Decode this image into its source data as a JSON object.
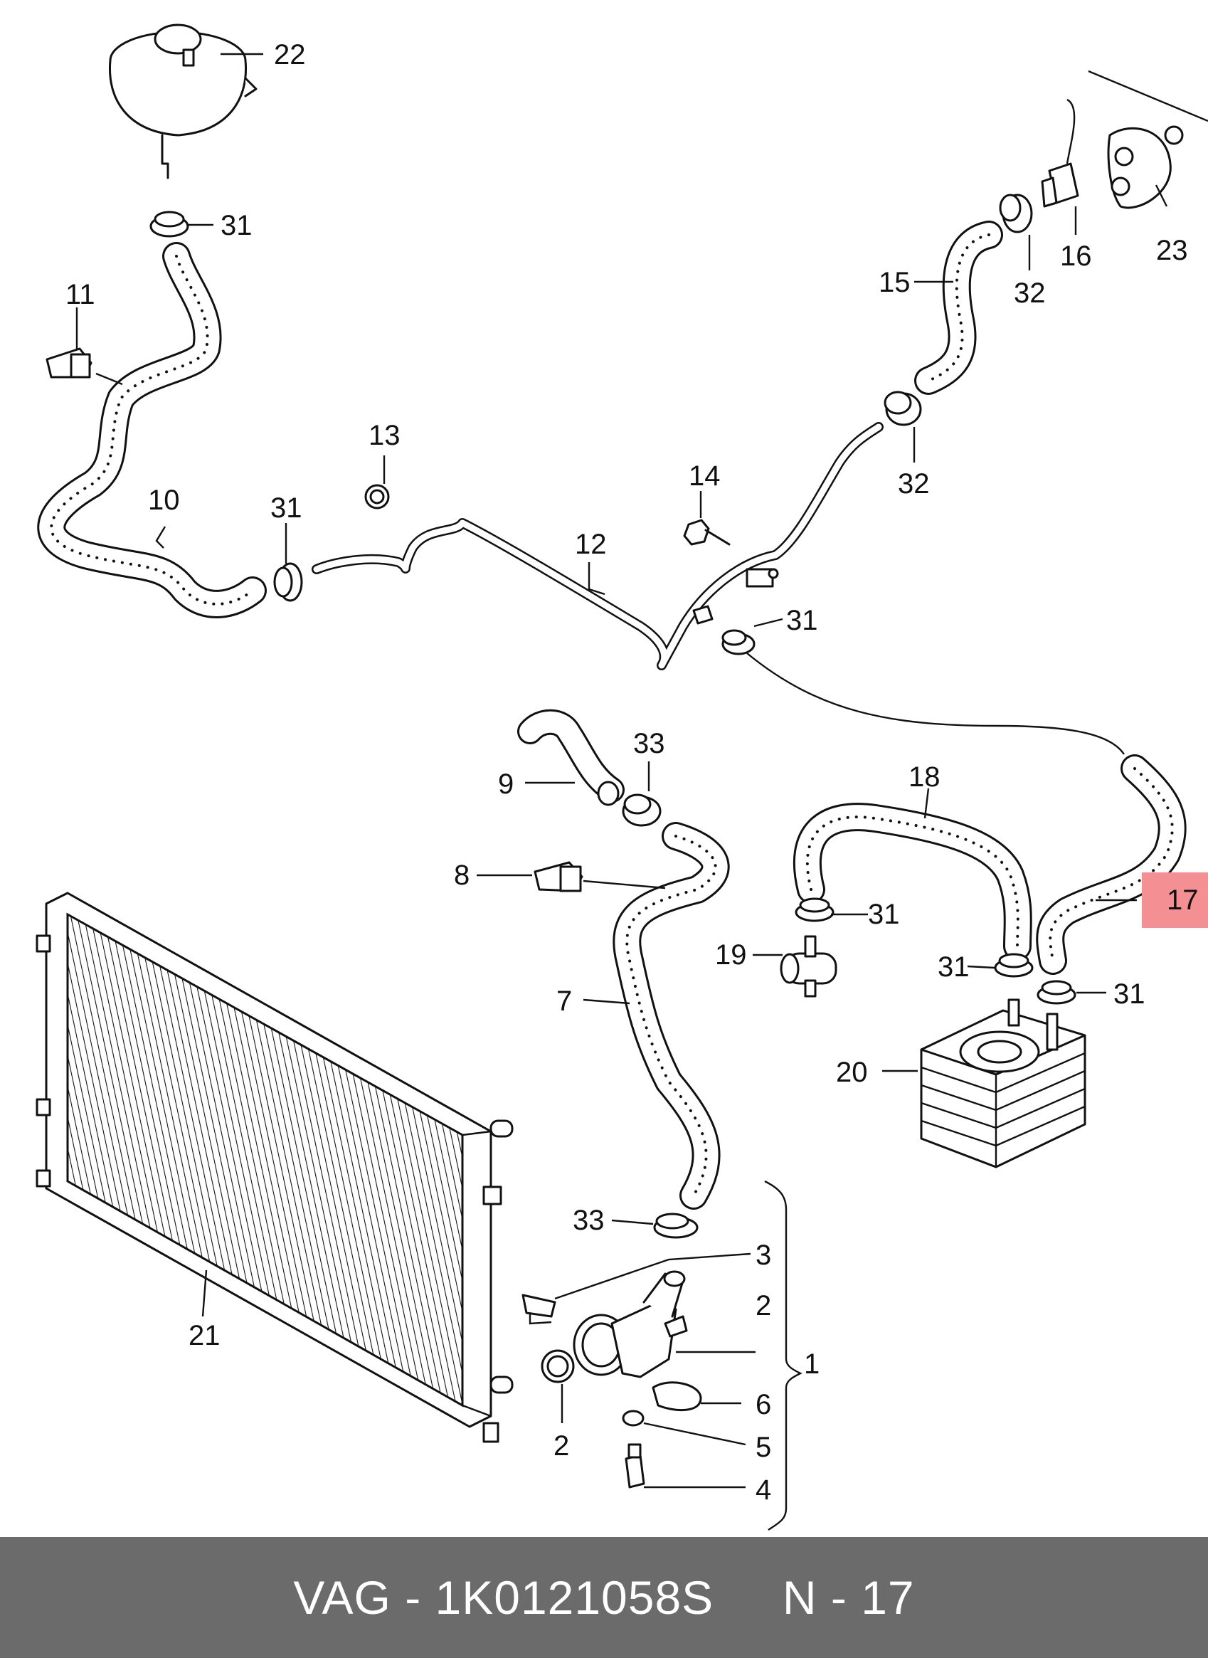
{
  "callouts": [
    {
      "id": "label-22",
      "text": "22"
    },
    {
      "id": "label-31-a",
      "text": "31"
    },
    {
      "id": "label-11",
      "text": "11"
    },
    {
      "id": "label-10",
      "text": "10"
    },
    {
      "id": "label-31-b",
      "text": "31"
    },
    {
      "id": "label-13",
      "text": "13"
    },
    {
      "id": "label-12",
      "text": "12"
    },
    {
      "id": "label-14",
      "text": "14"
    },
    {
      "id": "label-31-c",
      "text": "31"
    },
    {
      "id": "label-15",
      "text": "15"
    },
    {
      "id": "label-32-a",
      "text": "32"
    },
    {
      "id": "label-32-b",
      "text": "32"
    },
    {
      "id": "label-16",
      "text": "16"
    },
    {
      "id": "label-23",
      "text": "23"
    },
    {
      "id": "label-33-a",
      "text": "33"
    },
    {
      "id": "label-9",
      "text": "9"
    },
    {
      "id": "label-8",
      "text": "8"
    },
    {
      "id": "label-7",
      "text": "7"
    },
    {
      "id": "label-18",
      "text": "18"
    },
    {
      "id": "label-17",
      "text": "17"
    },
    {
      "id": "label-31-d",
      "text": "31"
    },
    {
      "id": "label-19",
      "text": "19"
    },
    {
      "id": "label-31-e",
      "text": "31"
    },
    {
      "id": "label-31-f",
      "text": "31"
    },
    {
      "id": "label-20",
      "text": "20"
    },
    {
      "id": "label-21",
      "text": "21"
    },
    {
      "id": "label-33-b",
      "text": "33"
    },
    {
      "id": "label-3",
      "text": "3"
    },
    {
      "id": "label-2-a",
      "text": "2"
    },
    {
      "id": "label-1",
      "text": "1"
    },
    {
      "id": "label-6",
      "text": "6"
    },
    {
      "id": "label-5",
      "text": "5"
    },
    {
      "id": "label-4",
      "text": "4"
    },
    {
      "id": "label-2-b",
      "text": "2"
    }
  ],
  "highlight": {
    "callout": "label-17",
    "color": "#f48f93"
  },
  "footer": {
    "text": "VAG - 1K0121058S     N - 17",
    "background": "#6b6b6b",
    "text_color": "#ffffff"
  }
}
